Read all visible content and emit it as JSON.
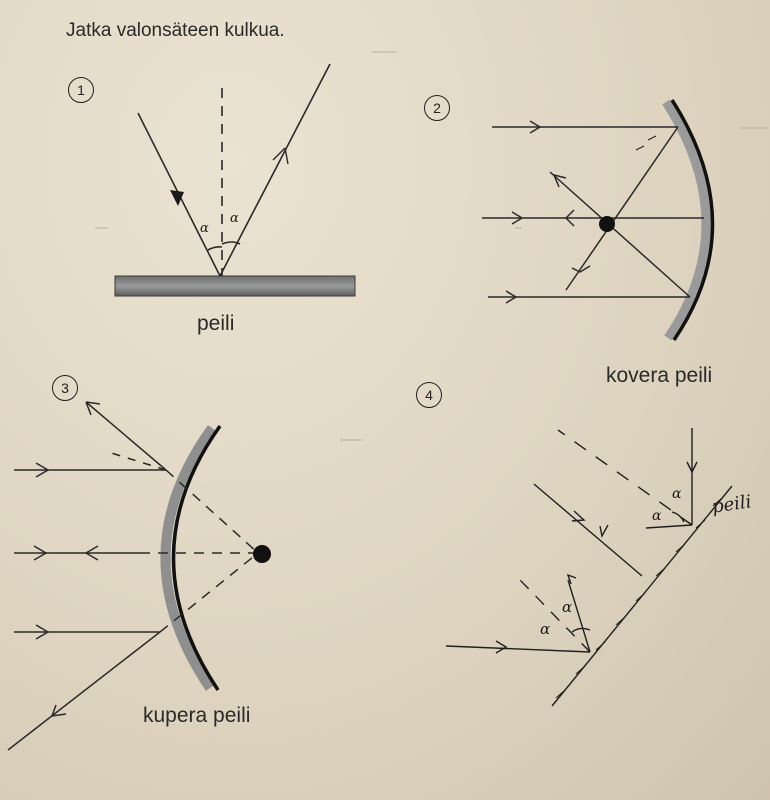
{
  "instruction": "Jatka valonsäteen kulkua.",
  "tasks": [
    {
      "number": "1",
      "label": "peili"
    },
    {
      "number": "2",
      "label": "kovera peili"
    },
    {
      "number": "3",
      "label": "kupera peili"
    },
    {
      "number": "4",
      "label": "peili"
    }
  ],
  "angle_label": "α",
  "colors": {
    "paper": "#e3d9c6",
    "ink": "#222222",
    "mirror_gray": "#8a8a8a"
  }
}
